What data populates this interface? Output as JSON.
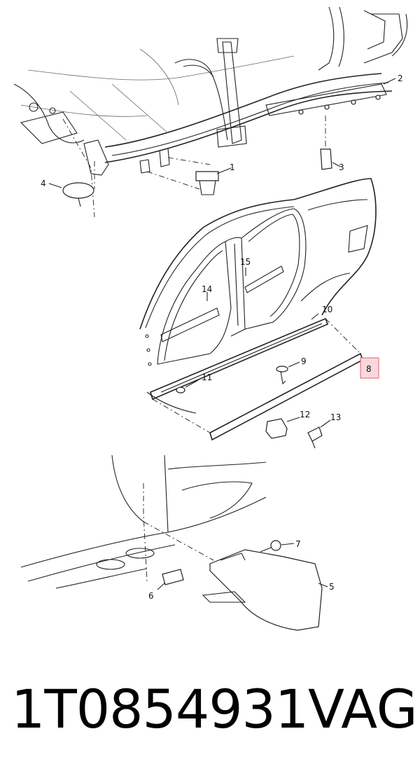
{
  "diagram": {
    "callouts": [
      {
        "id": "c1",
        "label": "1"
      },
      {
        "id": "c2",
        "label": "2"
      },
      {
        "id": "c3",
        "label": "3"
      },
      {
        "id": "c4",
        "label": "4"
      },
      {
        "id": "c5",
        "label": "5"
      },
      {
        "id": "c6",
        "label": "6"
      },
      {
        "id": "c7",
        "label": "7"
      },
      {
        "id": "c8",
        "label": "8"
      },
      {
        "id": "c9",
        "label": "9"
      },
      {
        "id": "c10",
        "label": "10"
      },
      {
        "id": "c11",
        "label": "11"
      },
      {
        "id": "c12",
        "label": "12"
      },
      {
        "id": "c13",
        "label": "13"
      },
      {
        "id": "c14",
        "label": "14"
      },
      {
        "id": "c15",
        "label": "15"
      }
    ],
    "highlight_color": "#e06070",
    "highlight_fill": "#f8d8dc"
  },
  "footer": {
    "part_number": "1T0854931",
    "brand": "VAG"
  }
}
